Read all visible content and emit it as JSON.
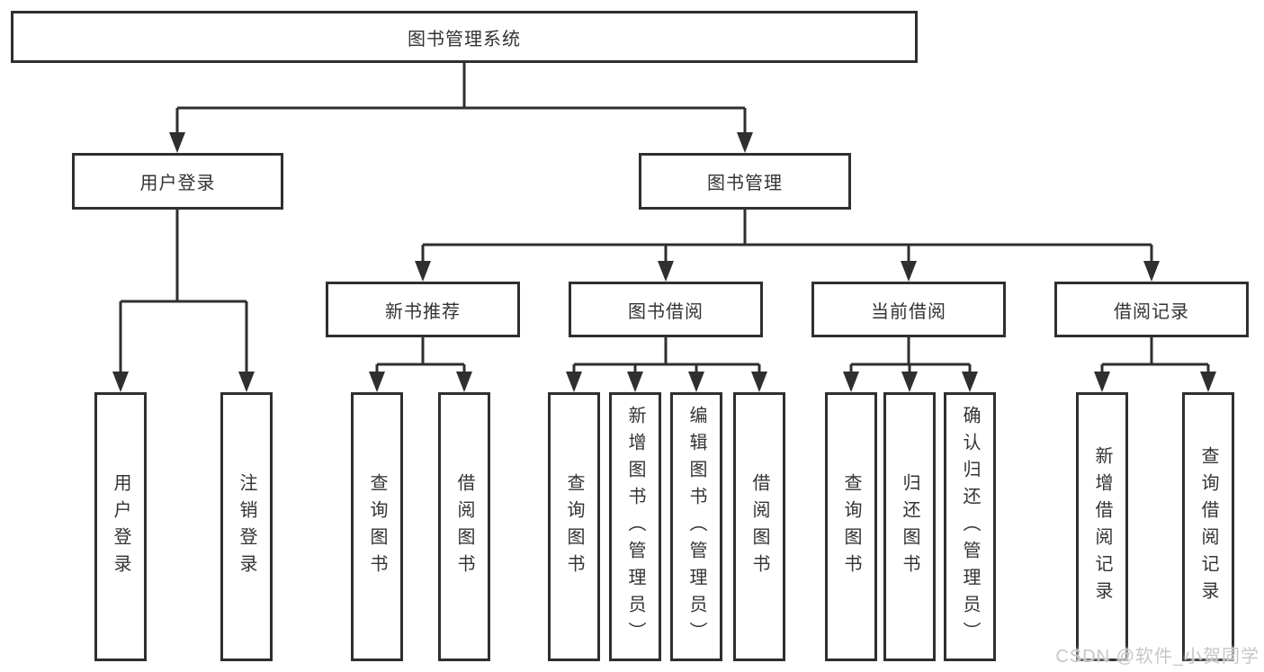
{
  "tree": {
    "label": "图书管理系统",
    "children": [
      {
        "label": "用户登录",
        "children": [
          {
            "label": "用户登录"
          },
          {
            "label": "注销登录"
          }
        ]
      },
      {
        "label": "图书管理",
        "children": [
          {
            "label": "新书推荐",
            "children": [
              {
                "label": "查询图书"
              },
              {
                "label": "借阅图书"
              }
            ]
          },
          {
            "label": "图书借阅",
            "children": [
              {
                "label": "查询图书"
              },
              {
                "label": "新增图书（管理员）"
              },
              {
                "label": "编辑图书（管理员）"
              },
              {
                "label": "借阅图书"
              }
            ]
          },
          {
            "label": "当前借阅",
            "children": [
              {
                "label": "查询图书"
              },
              {
                "label": "归还图书"
              },
              {
                "label": "确认归还（管理员）"
              }
            ]
          },
          {
            "label": "借阅记录",
            "children": [
              {
                "label": "新增借阅记录"
              },
              {
                "label": "查询借阅记录"
              }
            ]
          }
        ]
      }
    ]
  },
  "watermark": {
    "text": "CSDN @软件_小贺同学"
  },
  "colors": {
    "line": "#2f2f2f",
    "box_border": "#2f2f2f",
    "text": "#333333",
    "watermark": "#c7c7c7"
  }
}
